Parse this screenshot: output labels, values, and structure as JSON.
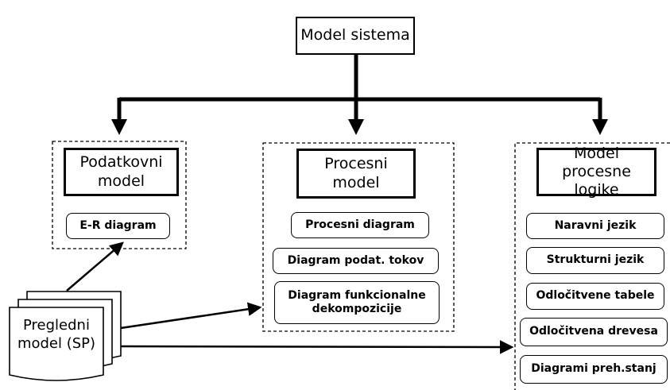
{
  "root": {
    "label": "Model sistema"
  },
  "groups": [
    {
      "title": "Podatkovni model",
      "items": [
        "E-R diagram"
      ]
    },
    {
      "title": "Procesni model",
      "items": [
        "Procesni diagram",
        "Diagram podat. tokov",
        "Diagram funkcionalne dekompozicije"
      ]
    },
    {
      "title": "Model procesne logike",
      "items": [
        "Naravni jezik",
        "Strukturni jezik",
        "Odločitvene tabele",
        "Odločitvena drevesa",
        "Diagrami preh.stanj"
      ]
    }
  ],
  "document": {
    "label": "Pregledni model (SP)"
  }
}
